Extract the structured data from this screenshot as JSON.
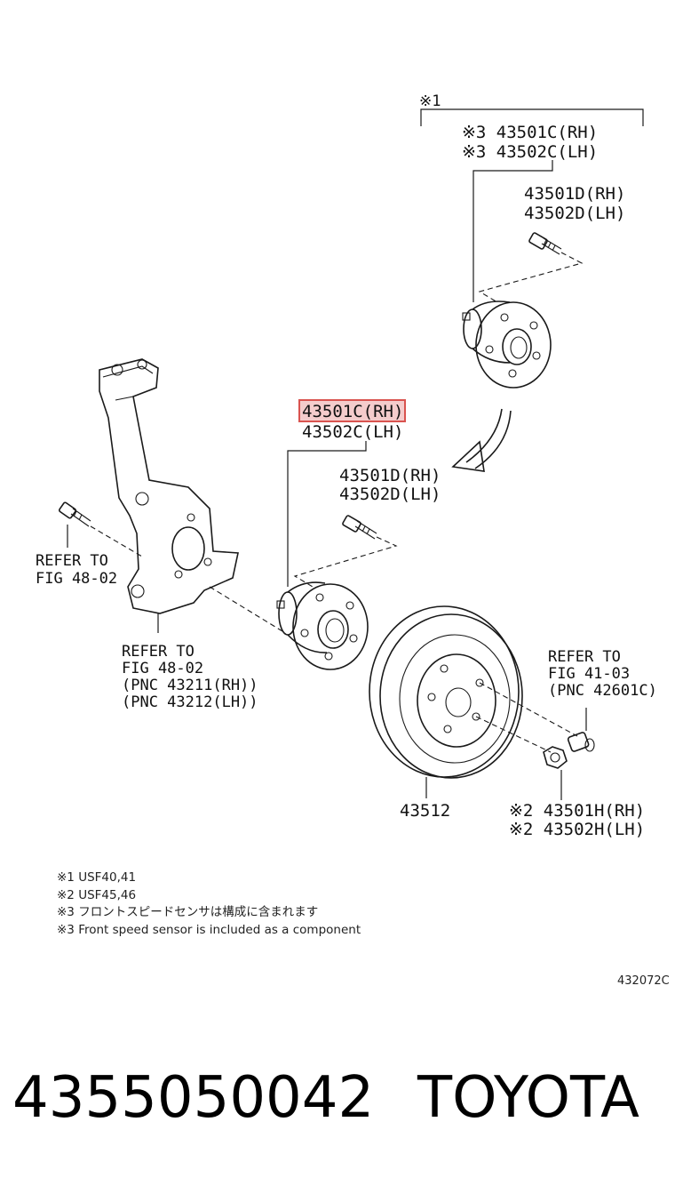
{
  "groups": {
    "upper_bracket_note": "※1",
    "upper_assembly_rh": "※3 43501C(RH)",
    "upper_assembly_lh": "※3 43502C(LH)",
    "upper_bolt_rh": "43501D(RH)",
    "upper_bolt_lh": "43502D(LH)"
  },
  "main": {
    "hub_rh_highlighted": "43501C(RH)",
    "hub_lh": "43502C(LH)",
    "bolt_rh": "43501D(RH)",
    "bolt_lh": "43502D(LH)",
    "disc": "43512",
    "nut_rh": "※2 43501H(RH)",
    "nut_lh": "※2 43502H(LH)"
  },
  "refs": {
    "bolt_ref_line1": "REFER TO",
    "bolt_ref_line2": "FIG 48-02",
    "knuckle_ref_line1": "REFER TO",
    "knuckle_ref_line2": "FIG 48-02",
    "knuckle_ref_line3": "(PNC 43211(RH))",
    "knuckle_ref_line4": "(PNC 43212(LH))",
    "wheelnut_ref_line1": "REFER TO",
    "wheelnut_ref_line2": "FIG 41-03",
    "wheelnut_ref_line3": "(PNC 42601C)"
  },
  "notes": [
    "※1 USF40,41",
    "※2 USF45,46",
    "※3 フロントスピードセンサは構成に含まれます",
    "※3 Front speed sensor is included as a component"
  ],
  "figure_code": "432072C",
  "footer": {
    "part_number": "4355050042",
    "brand": "TOYOTA"
  },
  "colors": {
    "highlight_fill": "#f4cccc",
    "highlight_border": "#d9534f",
    "line": "#1a1a1a"
  }
}
